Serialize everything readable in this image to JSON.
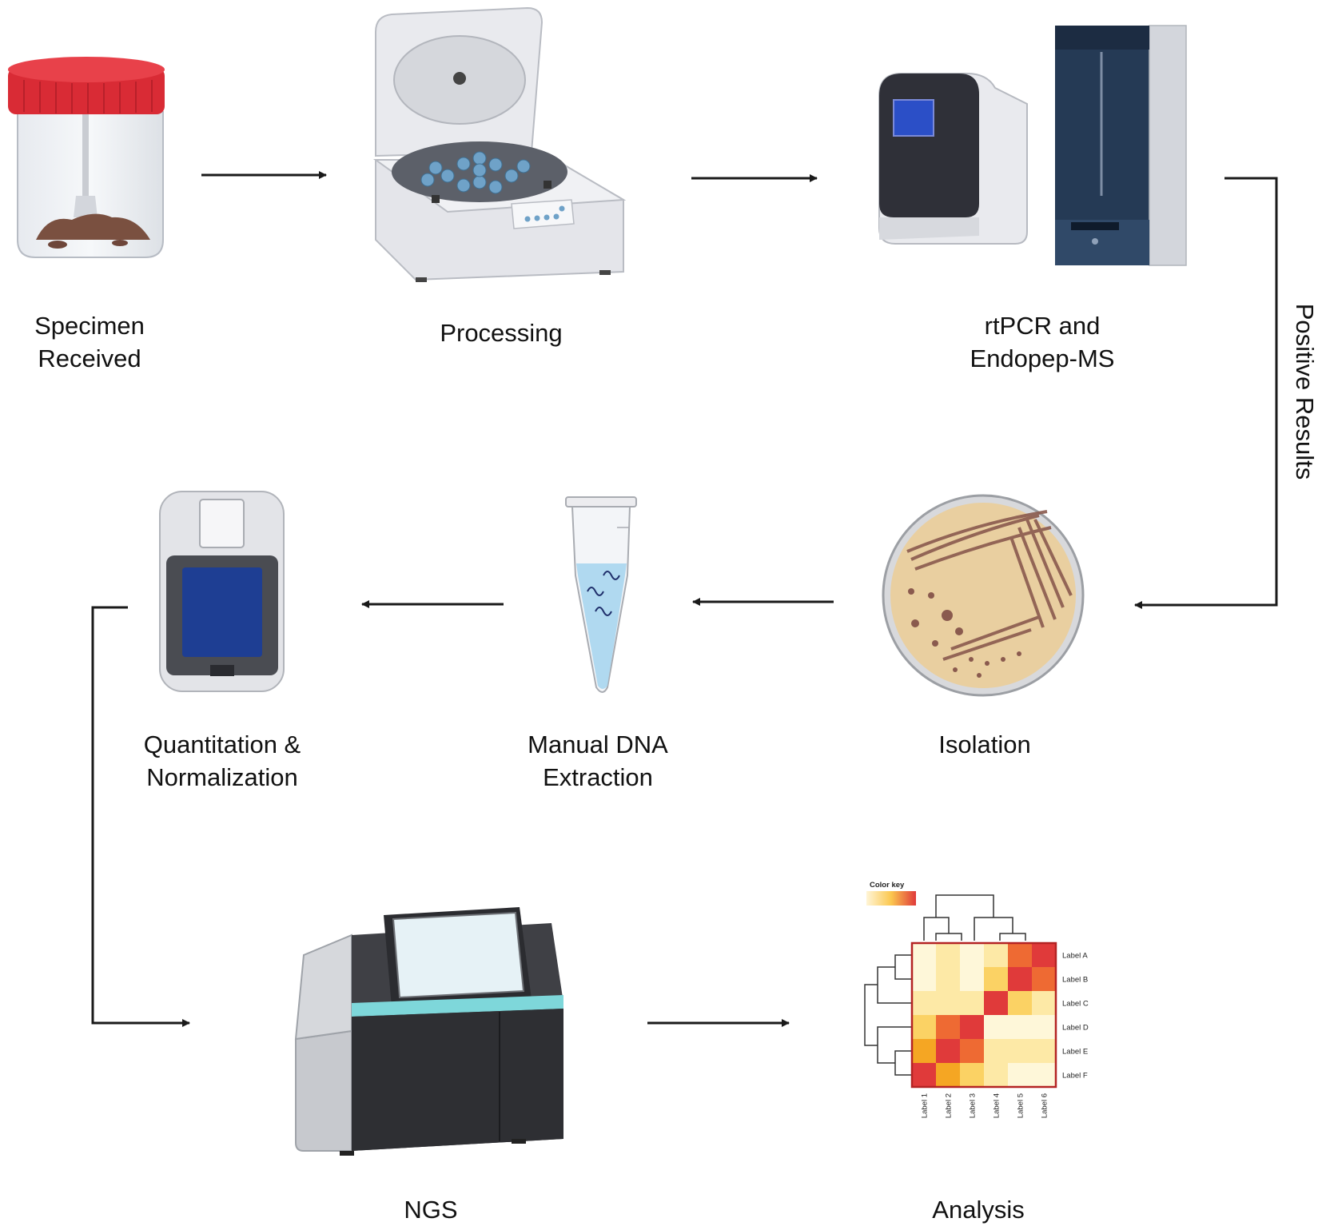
{
  "steps": {
    "specimen": {
      "line1": "Specimen",
      "line2": "Received"
    },
    "processing": {
      "line1": "Processing"
    },
    "rtpcr": {
      "line1": "rtPCR and",
      "line2": "Endopep-MS"
    },
    "isolation": {
      "line1": "Isolation"
    },
    "extraction": {
      "line1": "Manual DNA",
      "line2": "Extraction"
    },
    "quantitation": {
      "line1": "Quantitation &",
      "line2": "Normalization"
    },
    "ngs": {
      "line1": "NGS"
    },
    "analysis": {
      "line1": "Analysis"
    }
  },
  "connector": {
    "positive_results": "Positive Results"
  },
  "heatmap": {
    "color_key": "Color key",
    "row_labels": [
      "Label A",
      "Label B",
      "Label C",
      "Label D",
      "Label E",
      "Label F"
    ],
    "col_labels": [
      "Label 1",
      "Label 2",
      "Label 3",
      "Label 4",
      "Label 5",
      "Label 6"
    ],
    "values": [
      [
        1,
        2,
        1,
        2,
        5,
        6
      ],
      [
        1,
        2,
        1,
        3,
        6,
        5
      ],
      [
        2,
        2,
        2,
        6,
        3,
        2
      ],
      [
        3,
        5,
        6,
        1,
        1,
        1
      ],
      [
        4,
        6,
        5,
        2,
        2,
        2
      ],
      [
        6,
        4,
        3,
        2,
        1,
        1
      ]
    ],
    "palette": [
      "#fef7d9",
      "#fde9a6",
      "#fbd264",
      "#f5a623",
      "#ee6a33",
      "#e03a3a"
    ]
  }
}
